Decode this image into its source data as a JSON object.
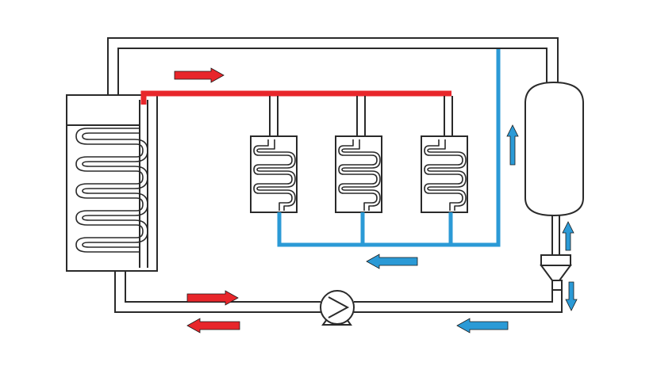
{
  "diagram": {
    "description_free": true,
    "colors": {
      "hot": "#e8262b",
      "cold": "#2b9ad6",
      "line": "#2a2a2a",
      "background": "#ffffff"
    },
    "components": {
      "heat_exchanger": {
        "icon": "coil-tank-icon"
      },
      "emitters": [
        {
          "icon": "coil-radiator-icon"
        },
        {
          "icon": "coil-radiator-icon"
        },
        {
          "icon": "coil-radiator-icon"
        }
      ],
      "buffer_tank": {
        "icon": "vertical-vessel-icon"
      },
      "separator": {
        "icon": "cyclone-separator-icon"
      },
      "pump": {
        "icon": "circulation-pump-icon"
      }
    },
    "flow_arrows": [
      {
        "name": "top-supply-arrow",
        "color": "hot",
        "direction": "right"
      },
      {
        "name": "return-header-arrow",
        "color": "cold",
        "direction": "left"
      },
      {
        "name": "right-riser-arrow",
        "color": "cold",
        "direction": "up"
      },
      {
        "name": "tank-inlet-arrow",
        "color": "cold",
        "direction": "up"
      },
      {
        "name": "separator-outlet-arrow",
        "color": "cold",
        "direction": "down"
      },
      {
        "name": "bottom-upper-arrow",
        "color": "hot",
        "direction": "right"
      },
      {
        "name": "bottom-lower-arrow",
        "color": "hot",
        "direction": "left"
      },
      {
        "name": "bottom-right-arrow",
        "color": "cold",
        "direction": "left"
      }
    ]
  }
}
